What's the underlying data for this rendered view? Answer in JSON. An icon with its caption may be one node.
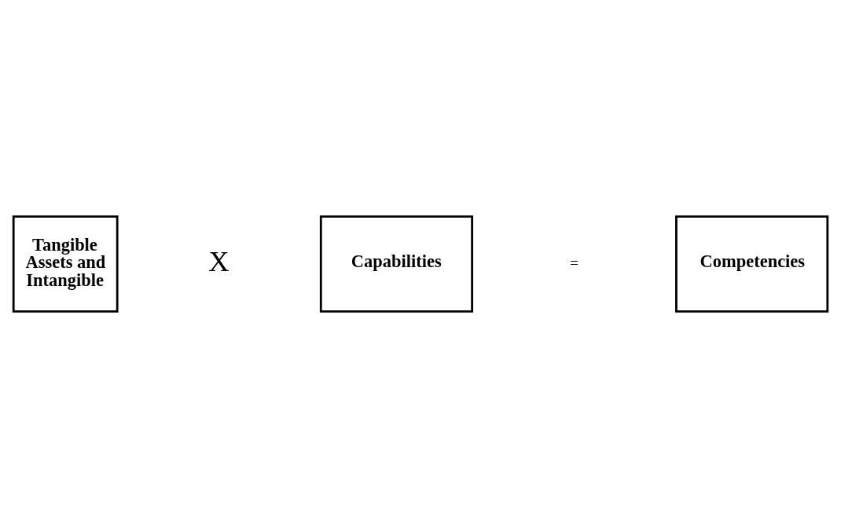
{
  "diagram": {
    "nodes": [
      {
        "text": [
          "Tangible Assets and Intangible"
        ]
      },
      {
        "text": [
          "Capabilities"
        ]
      },
      {
        "text": [
          "Competencies"
        ]
      }
    ],
    "labels": [
      "X",
      "="
    ]
  }
}
